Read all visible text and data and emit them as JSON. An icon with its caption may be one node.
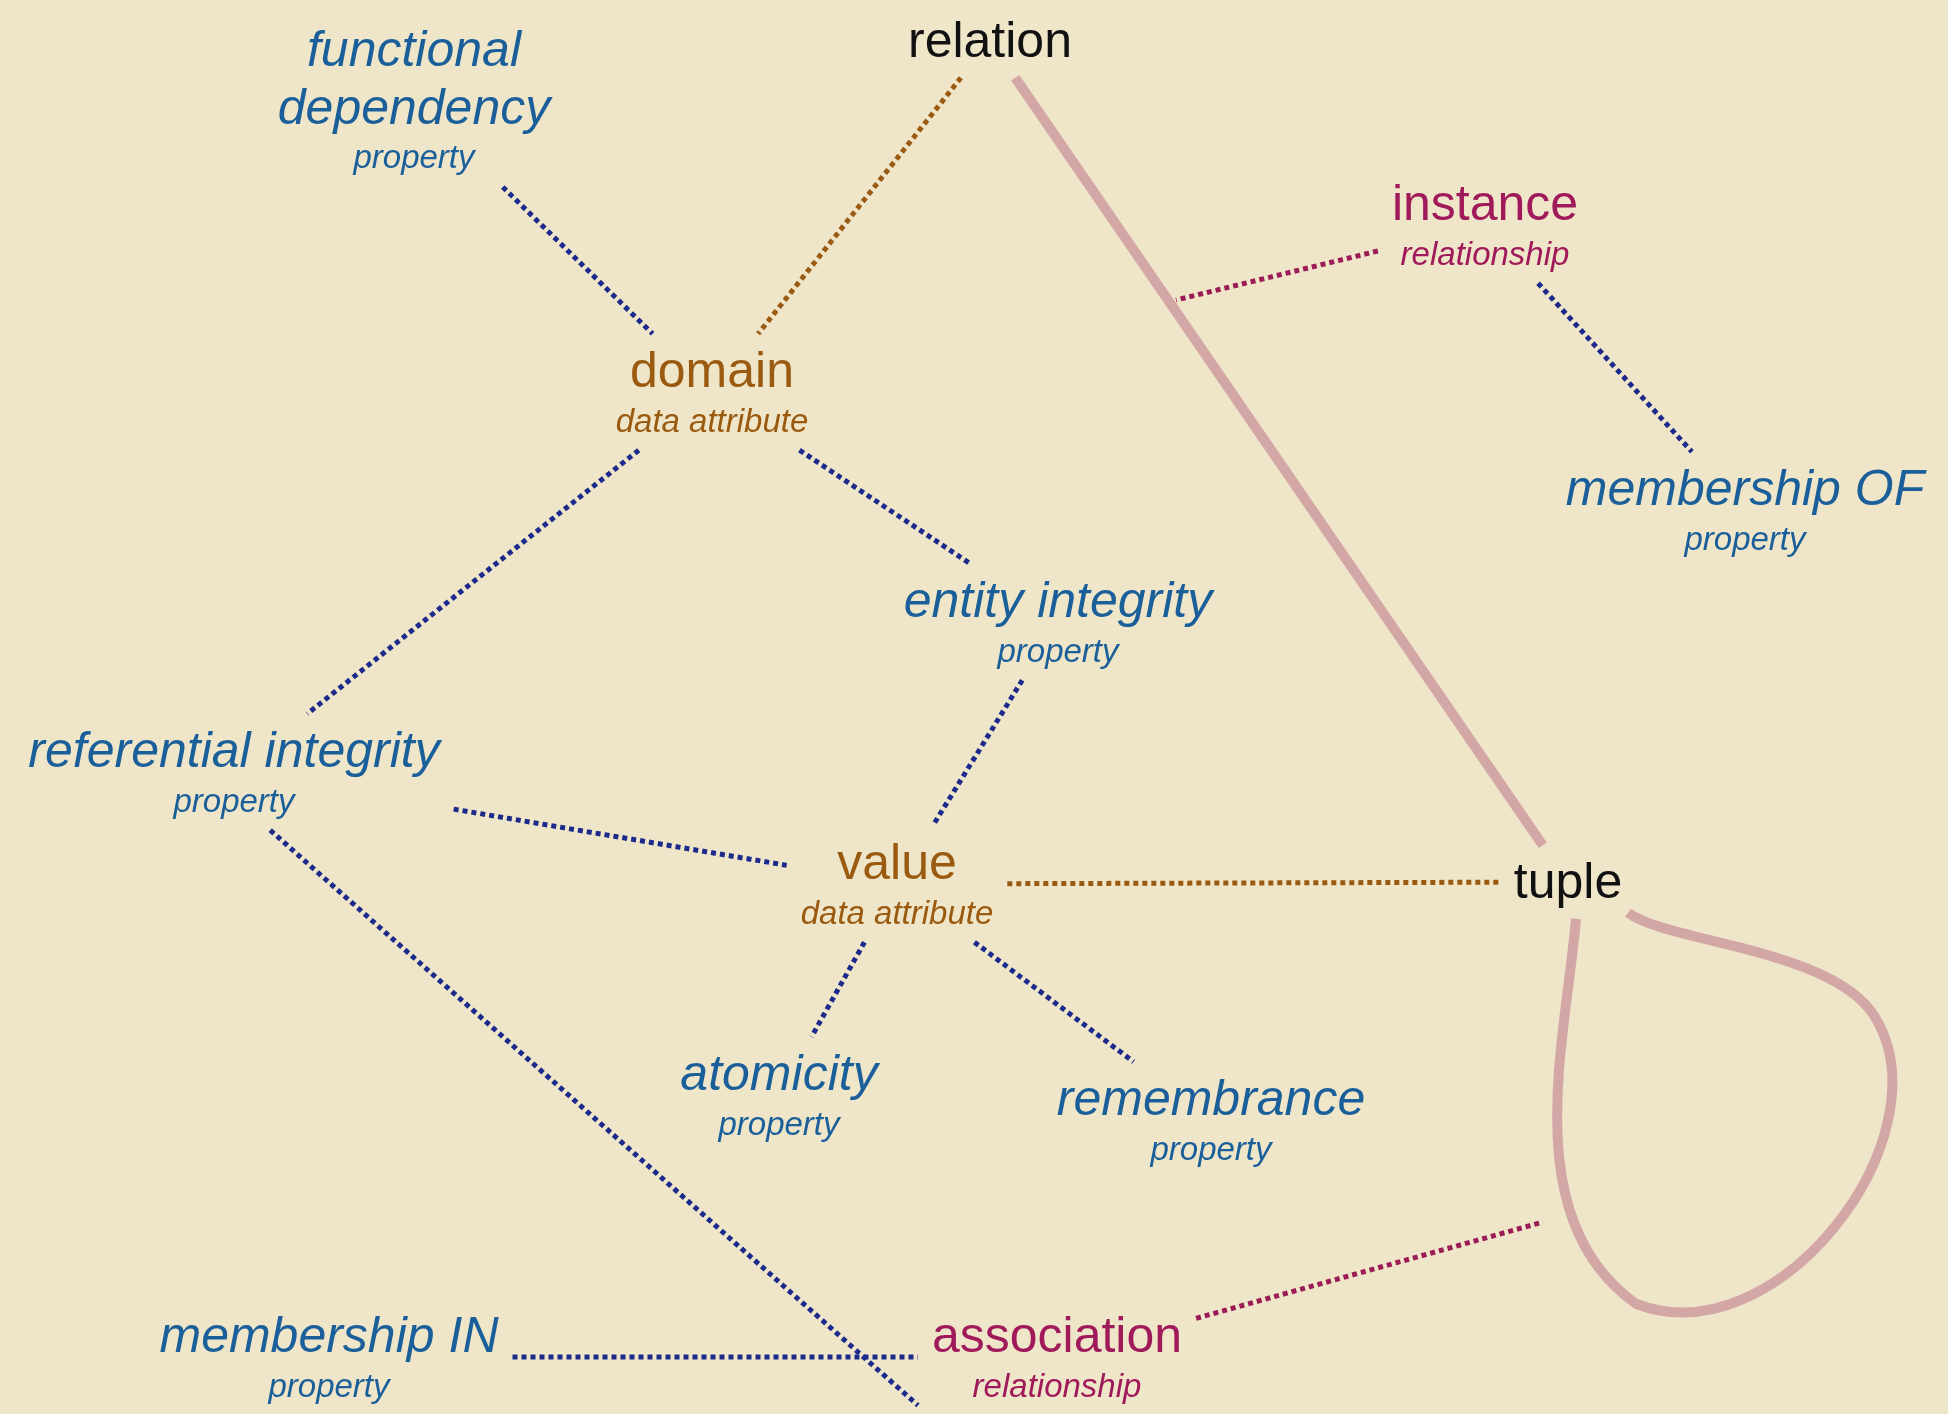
{
  "diagram": {
    "nodes": [
      {
        "text": [
          "functional dependency",
          "property"
        ]
      },
      {
        "text": [
          "relation"
        ]
      },
      {
        "text": [
          "instance",
          "relationship"
        ]
      },
      {
        "text": [
          "domain",
          "data attribute"
        ]
      },
      {
        "text": [
          "membership OF",
          "property"
        ]
      },
      {
        "text": [
          "entity integrity",
          "property"
        ]
      },
      {
        "text": [
          "referential integrity",
          "property"
        ]
      },
      {
        "text": [
          "value",
          "data attribute"
        ]
      },
      {
        "text": [
          "tuple"
        ]
      },
      {
        "text": [
          "atomicity",
          "property"
        ]
      },
      {
        "text": [
          "remembrance",
          "property"
        ]
      },
      {
        "text": [
          "membership IN",
          "property"
        ]
      },
      {
        "text": [
          "association",
          "relationship"
        ]
      }
    ],
    "edges": [
      {
        "from": 0,
        "to": 3,
        "arrow": "none",
        "style": "dashed"
      },
      {
        "from": 1,
        "to": 3,
        "arrow": "none",
        "style": "dashed",
        "color": "#9a5a12"
      },
      {
        "from": 1,
        "to": 8,
        "arrow": "none",
        "style": "thick",
        "color": "#d4a7a7"
      },
      {
        "from": 2,
        "to": null,
        "arrow": "none",
        "style": "dashed",
        "color": "#9c1a55"
      },
      {
        "from": 2,
        "to": 4,
        "arrow": "none",
        "style": "dashed"
      },
      {
        "from": 3,
        "to": 5,
        "arrow": "none",
        "style": "dashed"
      },
      {
        "from": 3,
        "to": 6,
        "arrow": "none",
        "style": "dashed"
      },
      {
        "from": 5,
        "to": 7,
        "arrow": "none",
        "style": "dashed"
      },
      {
        "from": 6,
        "to": 7,
        "arrow": "none",
        "style": "dashed"
      },
      {
        "from": 7,
        "to": 8,
        "arrow": "none",
        "style": "dashed",
        "color": "#9a5a12"
      },
      {
        "from": 7,
        "to": 9,
        "arrow": "none",
        "style": "dashed"
      },
      {
        "from": 7,
        "to": 10,
        "arrow": "none",
        "style": "dashed"
      },
      {
        "from": 6,
        "to": 12,
        "arrow": "none",
        "style": "dashed"
      },
      {
        "from": 11,
        "to": 12,
        "arrow": "none",
        "style": "dashed"
      },
      {
        "from": 12,
        "to": null,
        "arrow": "none",
        "style": "dashed",
        "color": "#9c1a55"
      },
      {
        "from": 8,
        "to": 8,
        "arrow": "none",
        "style": "thick",
        "color": "#d4a7a7"
      }
    ]
  }
}
